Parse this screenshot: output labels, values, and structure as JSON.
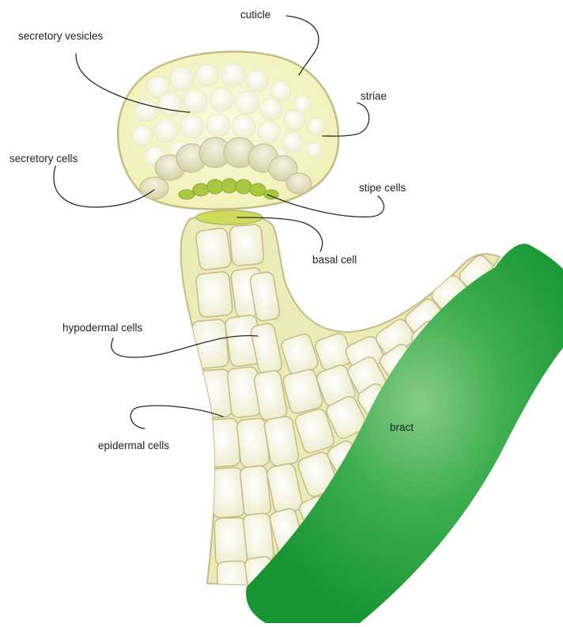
{
  "labels": {
    "cuticle": "cuticle",
    "secretory_vesicles": "secretory vesicles",
    "striae": "striae",
    "secretory_cells": "secretory cells",
    "stipe_cells": "stipe cells",
    "basal_cell": "basal cell",
    "hypodermal_cells": "hypodermal cells",
    "epidermal_cells": "epidermal cells",
    "bract": "bract"
  },
  "colors": {
    "head_fill": "#f8f7c8",
    "cell_fill": "#fbfbe9",
    "cell_stroke": "#c6ba85",
    "secretory_cell_fill": "#e7e2c4",
    "stipe_fill": "#a7c83f",
    "basal_fill": "#cfd95a",
    "stalk_fill": "#ecebb8",
    "bract_dark": "#1a9b38",
    "bract_light": "#7cc77e"
  }
}
